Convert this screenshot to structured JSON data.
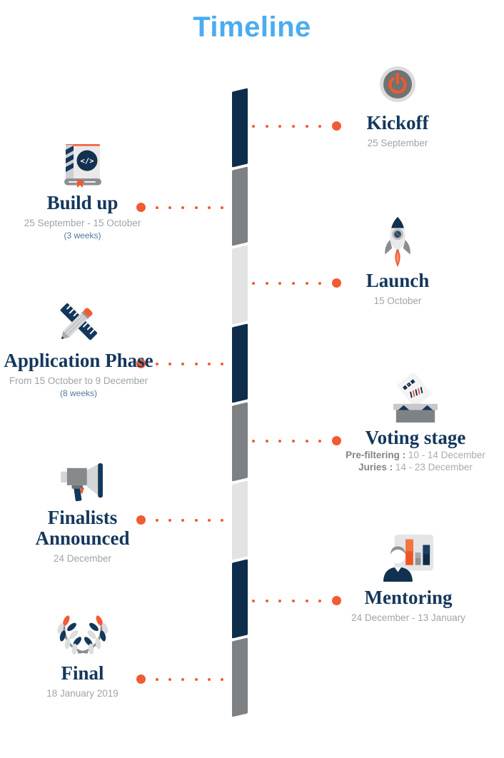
{
  "page_title": "Timeline",
  "colors": {
    "heading_blue": "#4aacf1",
    "event_title_navy": "#14375c",
    "bar_navy": "#0e2d4c",
    "bar_gray": "#7e8184",
    "bar_light_gray": "#e2e3e3",
    "accent_orange": "#f15b33",
    "date_gray": "#a0a3a6",
    "note_blue_gray": "#54779a"
  },
  "bar_segments": [
    "#0e2d4c",
    "#7e8184",
    "#e2e3e3",
    "#0e2d4c",
    "#7e8184",
    "#e2e3e3",
    "#0e2d4c",
    "#7e8184"
  ],
  "connector": {
    "small_dots": 6
  },
  "events": [
    {
      "id": "kickoff",
      "side": "right",
      "title": "Kickoff",
      "date": "25 September",
      "icon": "power-icon"
    },
    {
      "id": "build-up",
      "side": "left",
      "title": "Build up",
      "date": "25 September - 15 October",
      "note": "(3 weeks)",
      "icon": "code-book-icon"
    },
    {
      "id": "launch",
      "side": "right",
      "title": "Launch",
      "date": "15 October",
      "icon": "rocket-icon"
    },
    {
      "id": "application-phase",
      "side": "left",
      "title": "Application Phase",
      "date": "From 15 October to 9 December",
      "note": "(8 weeks)",
      "icon": "ruler-pencil-icon"
    },
    {
      "id": "voting-stage",
      "side": "right",
      "title": "Voting stage",
      "icon": "ballot-box-icon",
      "lines": [
        {
          "label": "Pre-filtering :",
          "value": "10 - 14 December"
        },
        {
          "label": "Juries :",
          "value": "14 - 23 December"
        }
      ]
    },
    {
      "id": "finalists-announced",
      "side": "left",
      "title": "Finalists Announced",
      "date": "24 December",
      "icon": "megaphone-icon"
    },
    {
      "id": "mentoring",
      "side": "right",
      "title": "Mentoring",
      "date": "24 December - 13 January",
      "icon": "mentor-chart-icon"
    },
    {
      "id": "final",
      "side": "left",
      "title": "Final",
      "date": "18 January 2019",
      "icon": "laurel-wreath-icon"
    }
  ]
}
